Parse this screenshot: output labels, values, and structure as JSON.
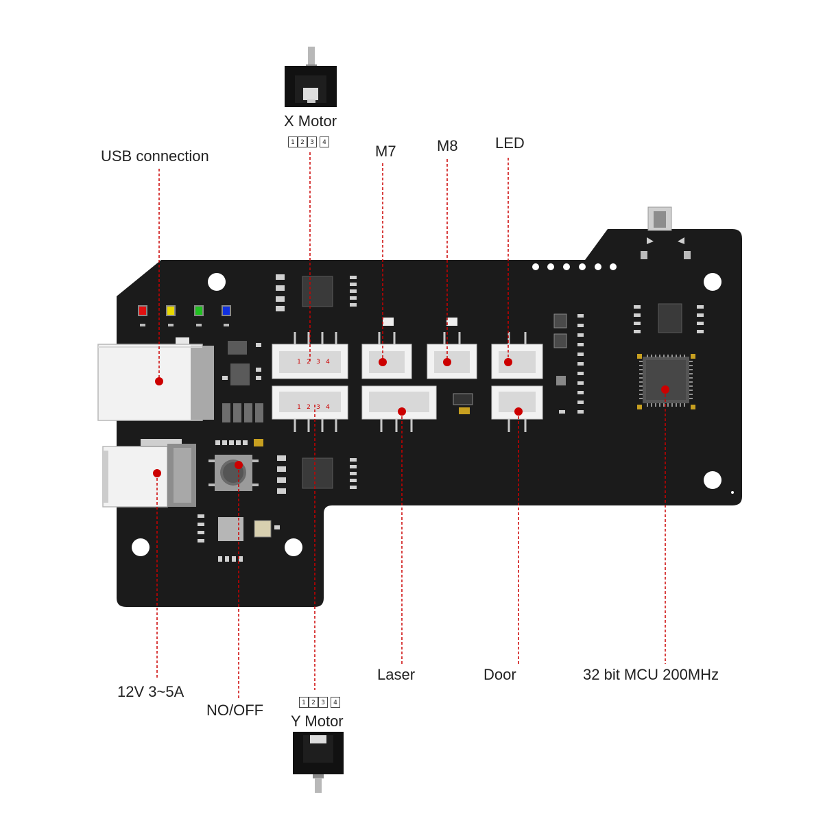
{
  "labels": {
    "x_motor": "X Motor",
    "y_motor": "Y Motor",
    "usb": "USB connection",
    "m7": "M7",
    "m8": "M8",
    "led": "LED",
    "laser": "Laser",
    "door": "Door",
    "mcu": "32 bit MCU 200MHz",
    "power": "12V 3~5A",
    "switch": "NO/OFF"
  },
  "pins": [
    "1",
    "2",
    "3",
    "4"
  ],
  "colors": {
    "board": "#1b1b1b",
    "callout": "#cc0000",
    "led_red": "#e01010",
    "led_yellow": "#e8d800",
    "led_green": "#20c020",
    "led_blue": "#1030e0"
  }
}
